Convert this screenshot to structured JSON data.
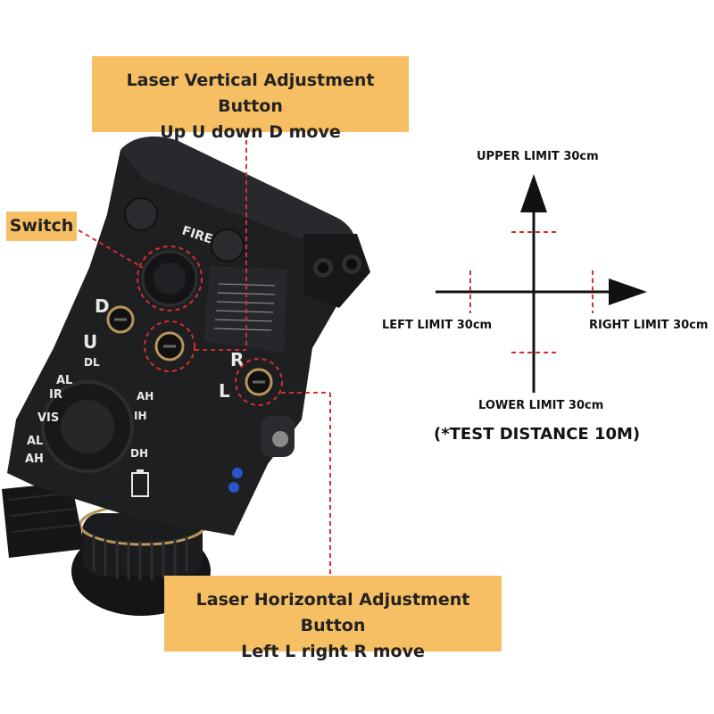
{
  "callouts": {
    "vertical": {
      "line1": "Laser Vertical Adjustment Button",
      "line2": "Up U down D move"
    },
    "switch": {
      "label": "Switch"
    },
    "horizontal": {
      "line1": "Laser Horizontal Adjustment Button",
      "line2": "Left L right R move"
    }
  },
  "limits": {
    "upper": "UPPER LIMIT 30cm",
    "left": "LEFT LIMIT 30cm",
    "right": "RIGHT LIMIT 30cm",
    "lower": "LOWER LIMIT 30cm",
    "test_distance": "(*TEST DISTANCE 10M)"
  },
  "device": {
    "fire_label": "FIRE",
    "marks": {
      "d": "D",
      "u": "U",
      "dl": "DL",
      "al": "AL",
      "ir": "IR",
      "vis": "VIS",
      "al2": "AL",
      "ah": "AH",
      "ah2": "AH",
      "ih": "IH",
      "dh": "DH",
      "l": "L",
      "r": "R"
    }
  },
  "colors": {
    "callout_bg": "#f7bf63",
    "leader": "#d62f2f",
    "device_body": "#1e1f21",
    "knob_ring": "#b8965a",
    "blue_screw": "#2a54c8"
  }
}
